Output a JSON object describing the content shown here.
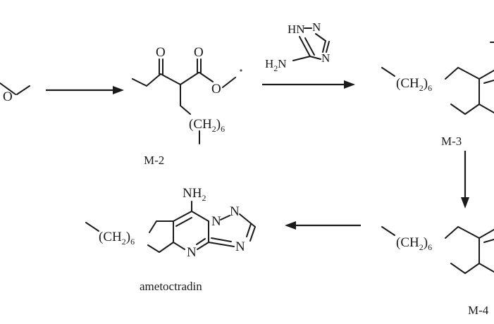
{
  "labels": {
    "m2": "M-2",
    "m3": "M-3",
    "m4": "M-4",
    "ametoctradin": "ametoctradin"
  },
  "atoms": {
    "O": "O",
    "N": "N",
    "HN": "HN",
    "H": "H",
    "NH": "NH",
    "CH": "(CH",
    "close": ")",
    "two": "2",
    "six": "6"
  }
}
